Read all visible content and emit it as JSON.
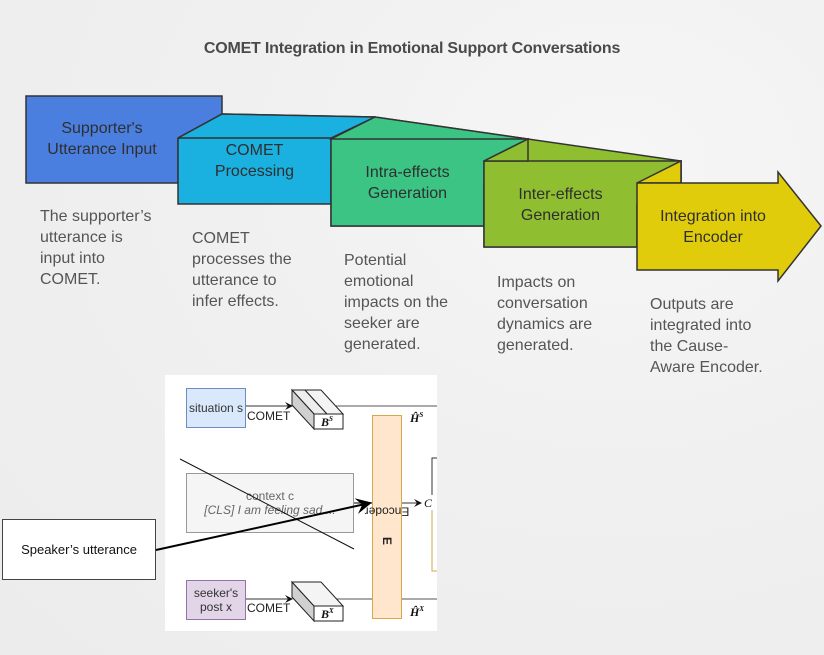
{
  "title": "COMET Integration in Emotional Support Conversations",
  "steps": [
    {
      "label_line1": "Supporter's",
      "label_line2": "Utterance Input",
      "color": "#4a7fe0",
      "desc": [
        "The supporter’s",
        "utterance is",
        "input into",
        "COMET."
      ]
    },
    {
      "label_line1": "COMET",
      "label_line2": "Processing",
      "color": "#1ab0e0",
      "desc": [
        "COMET",
        "processes the",
        "utterance to",
        "infer effects."
      ]
    },
    {
      "label_line1": "Intra-effects",
      "label_line2": "Generation",
      "color": "#3cc485",
      "desc": [
        "Potential",
        "emotional",
        "impacts on the",
        "seeker are",
        "generated."
      ]
    },
    {
      "label_line1": "Inter-effects",
      "label_line2": "Generation",
      "color": "#8fbe30",
      "desc": [
        "Impacts on",
        "conversation",
        "dynamics are",
        "generated."
      ]
    },
    {
      "label_line1": "Integration into",
      "label_line2": "Encoder",
      "color": "#e1cc0c",
      "desc": [
        "Outputs are",
        "integrated into",
        "the Cause-",
        "Aware Encoder."
      ]
    }
  ],
  "architecture": {
    "situation": "situation s",
    "context_title": "context c",
    "context_text": "[CLS] I am feeling sad ...",
    "seeker_line1": "seeker's",
    "seeker_line2": "post x",
    "comet_top": "COMET",
    "comet_bottom": "COMET",
    "b_top": "B",
    "b_top_sup": "S",
    "b_bottom": "B",
    "b_bottom_sup": "X",
    "encoder_label": "Encoder",
    "encoder_symbol": "E",
    "h_top": "Ĥ",
    "h_top_sup": "S",
    "h_bottom": "Ĥ",
    "h_bottom_sup": "X",
    "c_symbol": "C"
  },
  "annotation": {
    "speaker_label": "Speaker’s utterance"
  }
}
